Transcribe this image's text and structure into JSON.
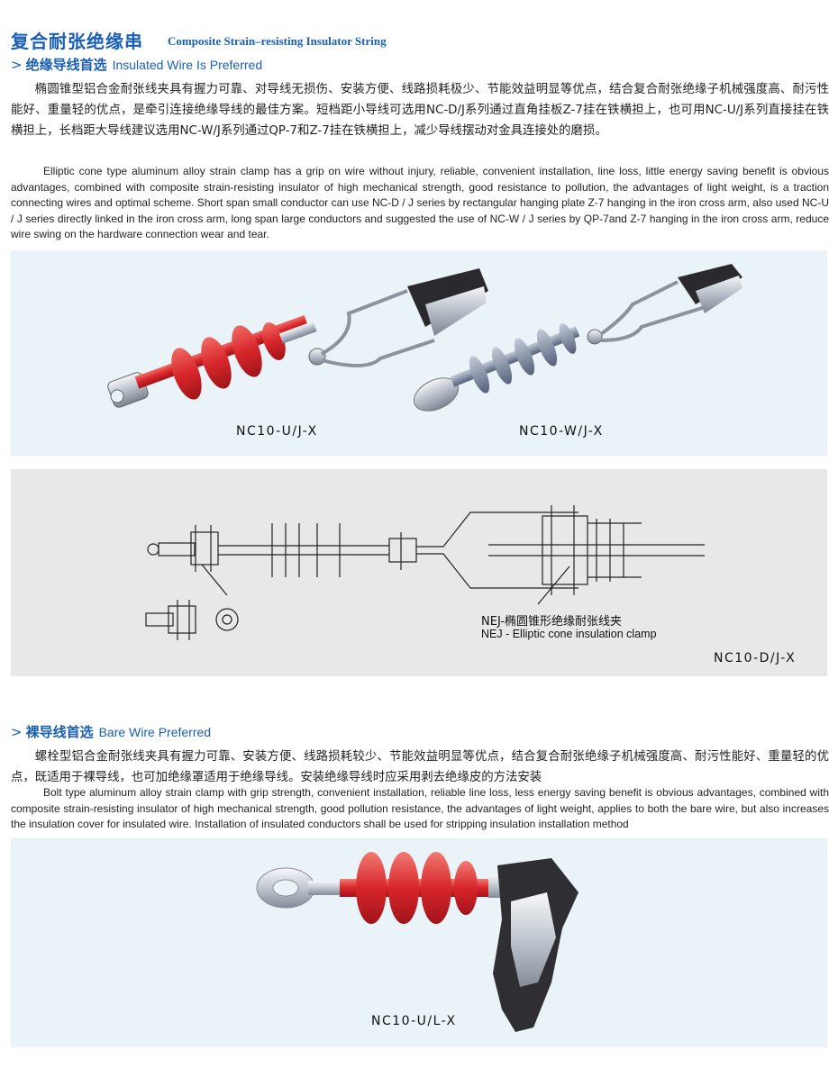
{
  "header": {
    "title_cn": "复合耐张绝缘串",
    "title_en": "Composite Strain–resisting Insulator String"
  },
  "section1": {
    "arrow": ">",
    "title_cn": "绝缘导线首选",
    "title_en": "Insulated Wire Is Preferred",
    "para_cn": "椭圆锥型铝合金耐张线夹具有握力可靠、对导线无损伤、安装方便、线路损耗极少、节能效益明显等优点，结合复合耐张绝缘子机械强度高、耐污性能好、重量轻的优点，是牵引连接绝缘导线的最佳方案。短档距小导线可选用NC-D/J系列通过直角挂板Z-7挂在铁横担上，也可用NC-U/J系列直接挂在铁横担上，长档距大导线建议选用NC-W/J系列通过QP-7和Z-7挂在铁横担上，减少导线摆动对金具连接处的磨损。",
    "para_en": "Elliptic cone type aluminum alloy strain clamp has a grip on wire without injury, reliable, convenient installation, line loss, little energy saving benefit is obvious advantages, combined with composite strain-resisting insulator of high mechanical strength, good resistance to pollution, the advantages of light weight, is a traction connecting wires and optimal scheme. Short span small conductor can use NC-D / J series by rectangular hanging plate Z-7 hanging in the iron cross arm, also used NC-U / J series directly linked in the iron cross arm, long span large conductors and suggested the use of NC-W / J series by QP-7and Z-7 hanging in the iron cross arm, reduce wire swing on the hardware connection wear and tear.",
    "photo_labels": [
      "NC10-U/J-X",
      "NC10-W/J-X"
    ],
    "drawing": {
      "callout_cn": "NEJ-椭圆锥形绝缘耐张线夹",
      "callout_en": "NEJ - Elliptic cone insulation clamp",
      "model": "NC10-D/J-X"
    }
  },
  "section2": {
    "arrow": ">",
    "title_cn": "裸导线首选",
    "title_en": "Bare Wire Preferred",
    "para_cn": "螺栓型铝合金耐张线夹具有握力可靠、安装方便、线路损耗较少、节能效益明显等优点，结合复合耐张绝缘子机械强度高、耐污性能好、重量轻的优点，既适用于裸导线，也可加绝缘罩适用于绝缘导线。安装绝缘导线时应采用剥去绝缘皮的方法安装",
    "para_en": "Bolt type aluminum alloy strain clamp with grip strength, convenient installation, reliable line loss, less energy saving benefit is obvious advantages, combined with composite strain-resisting insulator of high mechanical strength, good pollution resistance, the advantages of light weight, applies to both the bare wire, but also increases the insulation cover for insulated wire. Installation of insulated conductors shall be used for stripping insulation installation method",
    "photo_label": "NC10-U/L-X"
  },
  "colors": {
    "accent_blue": "#1a5fb4",
    "insulator_red": "#d8262b",
    "insulator_gray": "#8a96a8",
    "panel_blue": "#e9f3f8",
    "panel_gray": "#e8e8e6"
  }
}
